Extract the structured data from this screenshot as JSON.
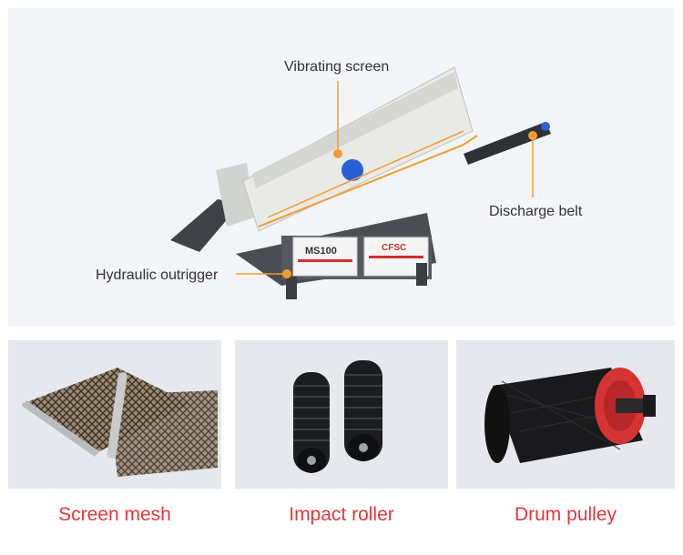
{
  "hero": {
    "labels": {
      "vibrating_screen": "Vibrating screen",
      "discharge_belt": "Discharge belt",
      "hydraulic_outrigger": "Hydraulic outrigger"
    },
    "machine": {
      "model_plate": "MS100",
      "brand_plate": "CFSC"
    },
    "accent_color": "#f39c2e"
  },
  "products": [
    {
      "label": "Screen mesh",
      "icon": "screen-mesh-image"
    },
    {
      "label": "Impact roller",
      "icon": "impact-roller-image"
    },
    {
      "label": "Drum pulley",
      "icon": "drum-pulley-image"
    }
  ],
  "caption_color": "#e8363b"
}
